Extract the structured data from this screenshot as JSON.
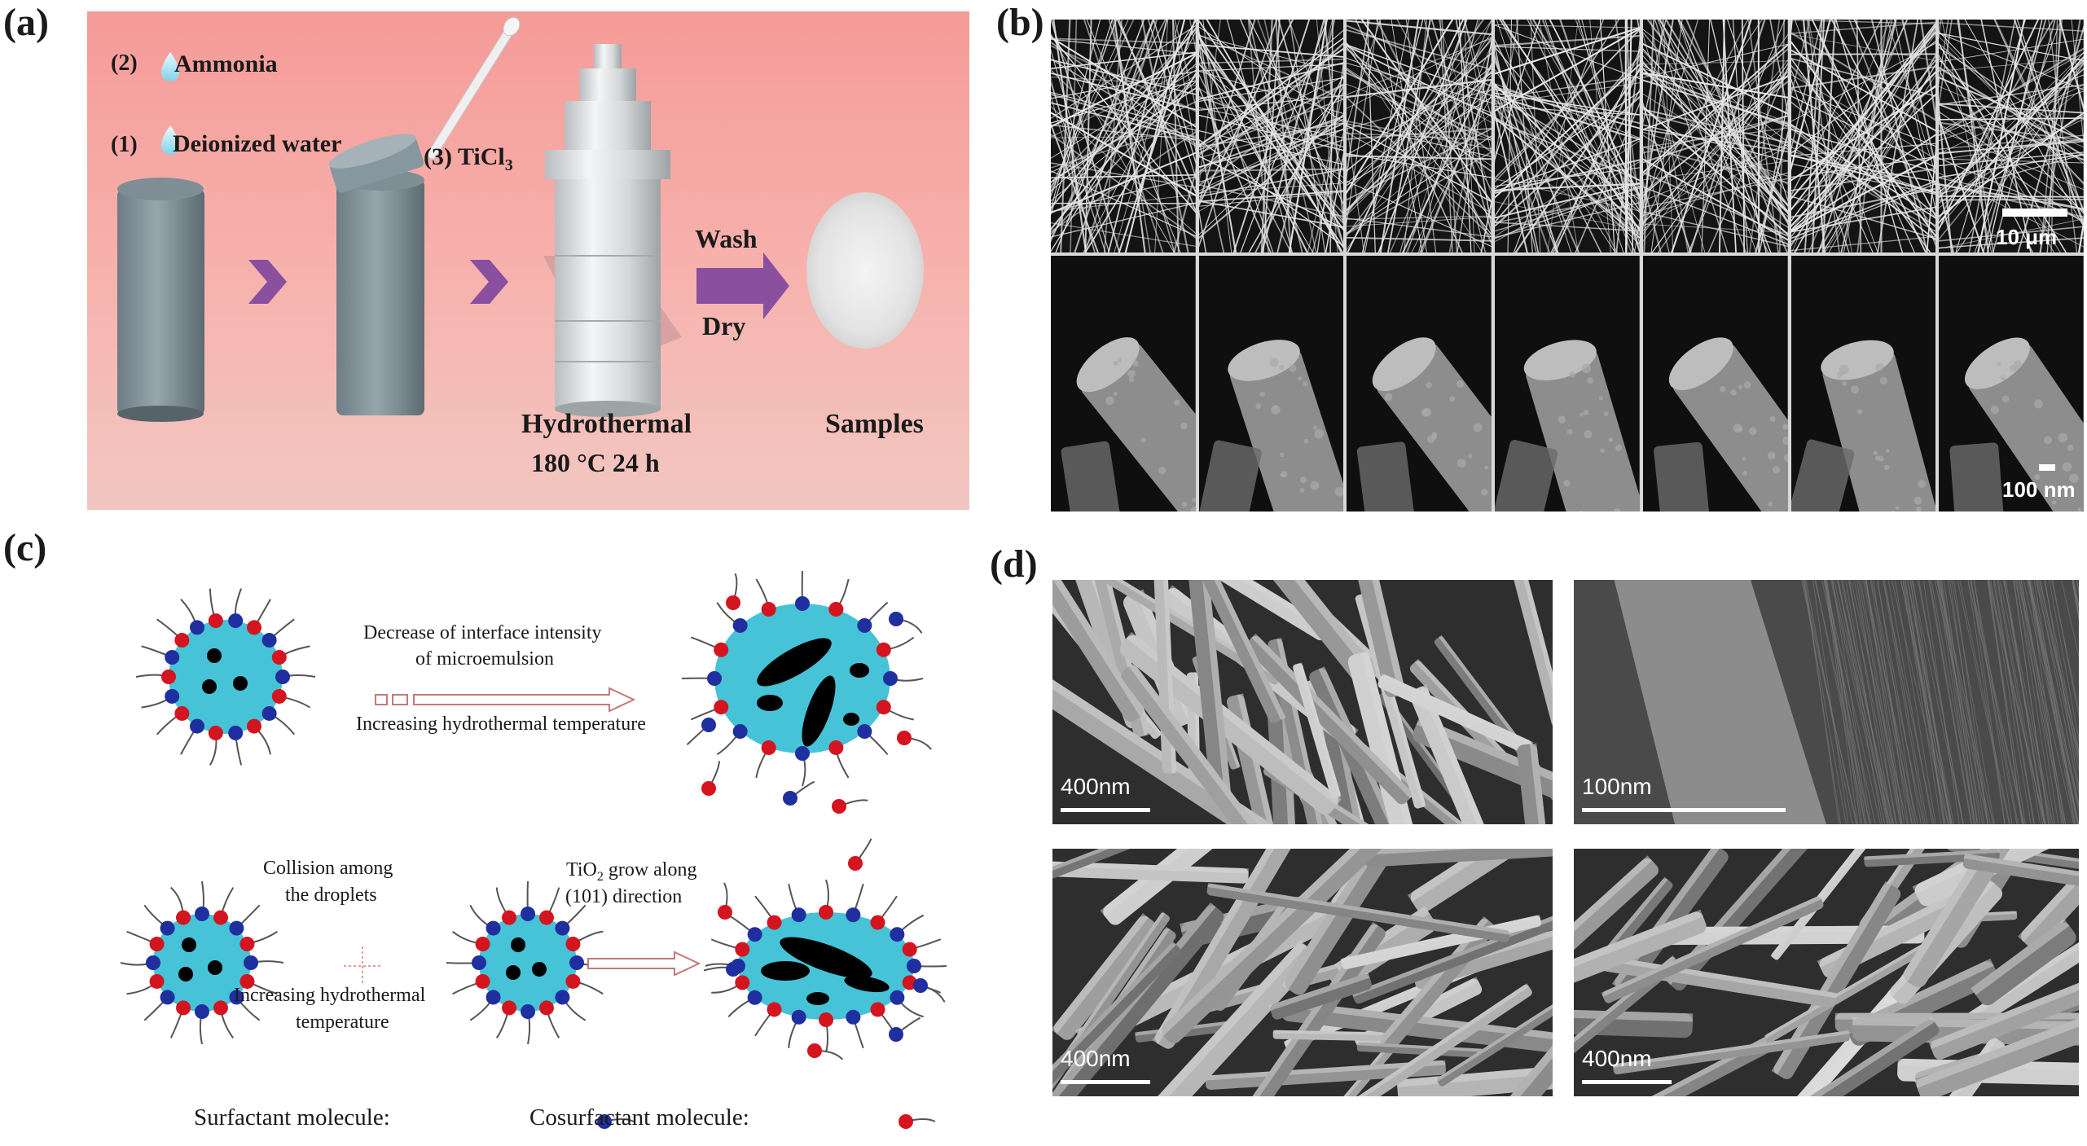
{
  "panels": {
    "a": {
      "letter": "(a)",
      "step2": "(2)",
      "ammonia": "Ammonia",
      "step1": "(1)",
      "water": "Deionized water",
      "step3": "(3) TiCl",
      "step3_sub": "3",
      "wash": "Wash",
      "dry": "Dry",
      "hydrothermal": "Hydrothermal",
      "condition": "180 °C  24 h",
      "samples": "Samples"
    },
    "b": {
      "letter": "(b)",
      "scale_top": "10 μm",
      "scale_bottom": "100 nm"
    },
    "c": {
      "letter": "(c)",
      "dec1": "Decrease of interface intensity",
      "dec2": "of microemulsion",
      "inc1": "Increasing hydrothermal temperature",
      "coll1": "Collision among",
      "coll2": "the droplets",
      "inc2a": "Increasing hydrothermal",
      "inc2b": "temperature",
      "grow1": "TiO",
      "grow1_sub": "2",
      "grow1_rest": " grow along",
      "grow2": "(101) direction",
      "legend_surf": "Surfactant molecule:",
      "legend_cosurf": "Cosurfactant molecule:"
    },
    "d": {
      "letter": "(d)",
      "scale_tl": "400nm",
      "scale_tr": "100nm",
      "scale_bl": "400nm",
      "scale_br": "400nm"
    }
  },
  "colors": {
    "droplet": "#46c3d6",
    "surfactant": "#1f2fa0",
    "cosurfactant": "#d4141f",
    "arrow_purple": "#8a4f9e",
    "panel_a_bg": "#f7a7a3"
  }
}
